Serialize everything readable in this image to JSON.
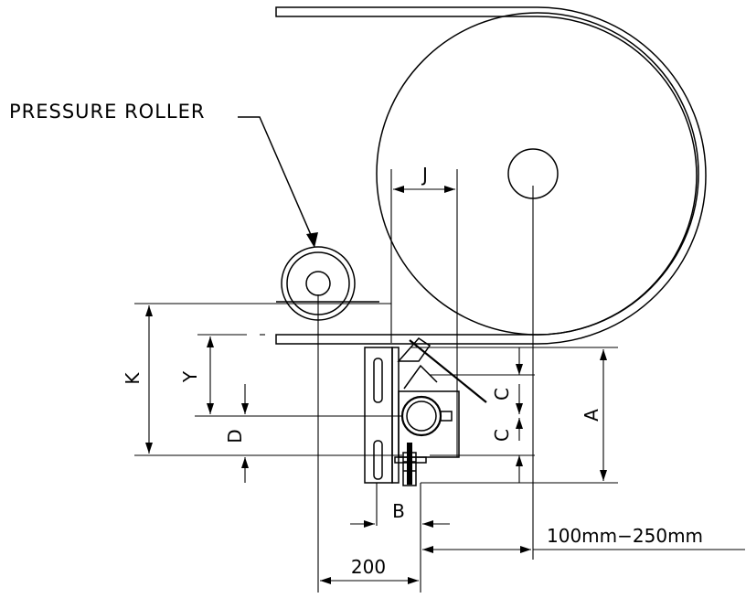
{
  "callout": {
    "pressure_roller": "PRESSURE ROLLER"
  },
  "dimensions": {
    "j": "J",
    "k": "K",
    "y": "Y",
    "d": "D",
    "b": "B",
    "c_upper": "C",
    "c_lower": "C",
    "a": "A",
    "width_200": "200",
    "offset_range": "100mm−250mm"
  }
}
